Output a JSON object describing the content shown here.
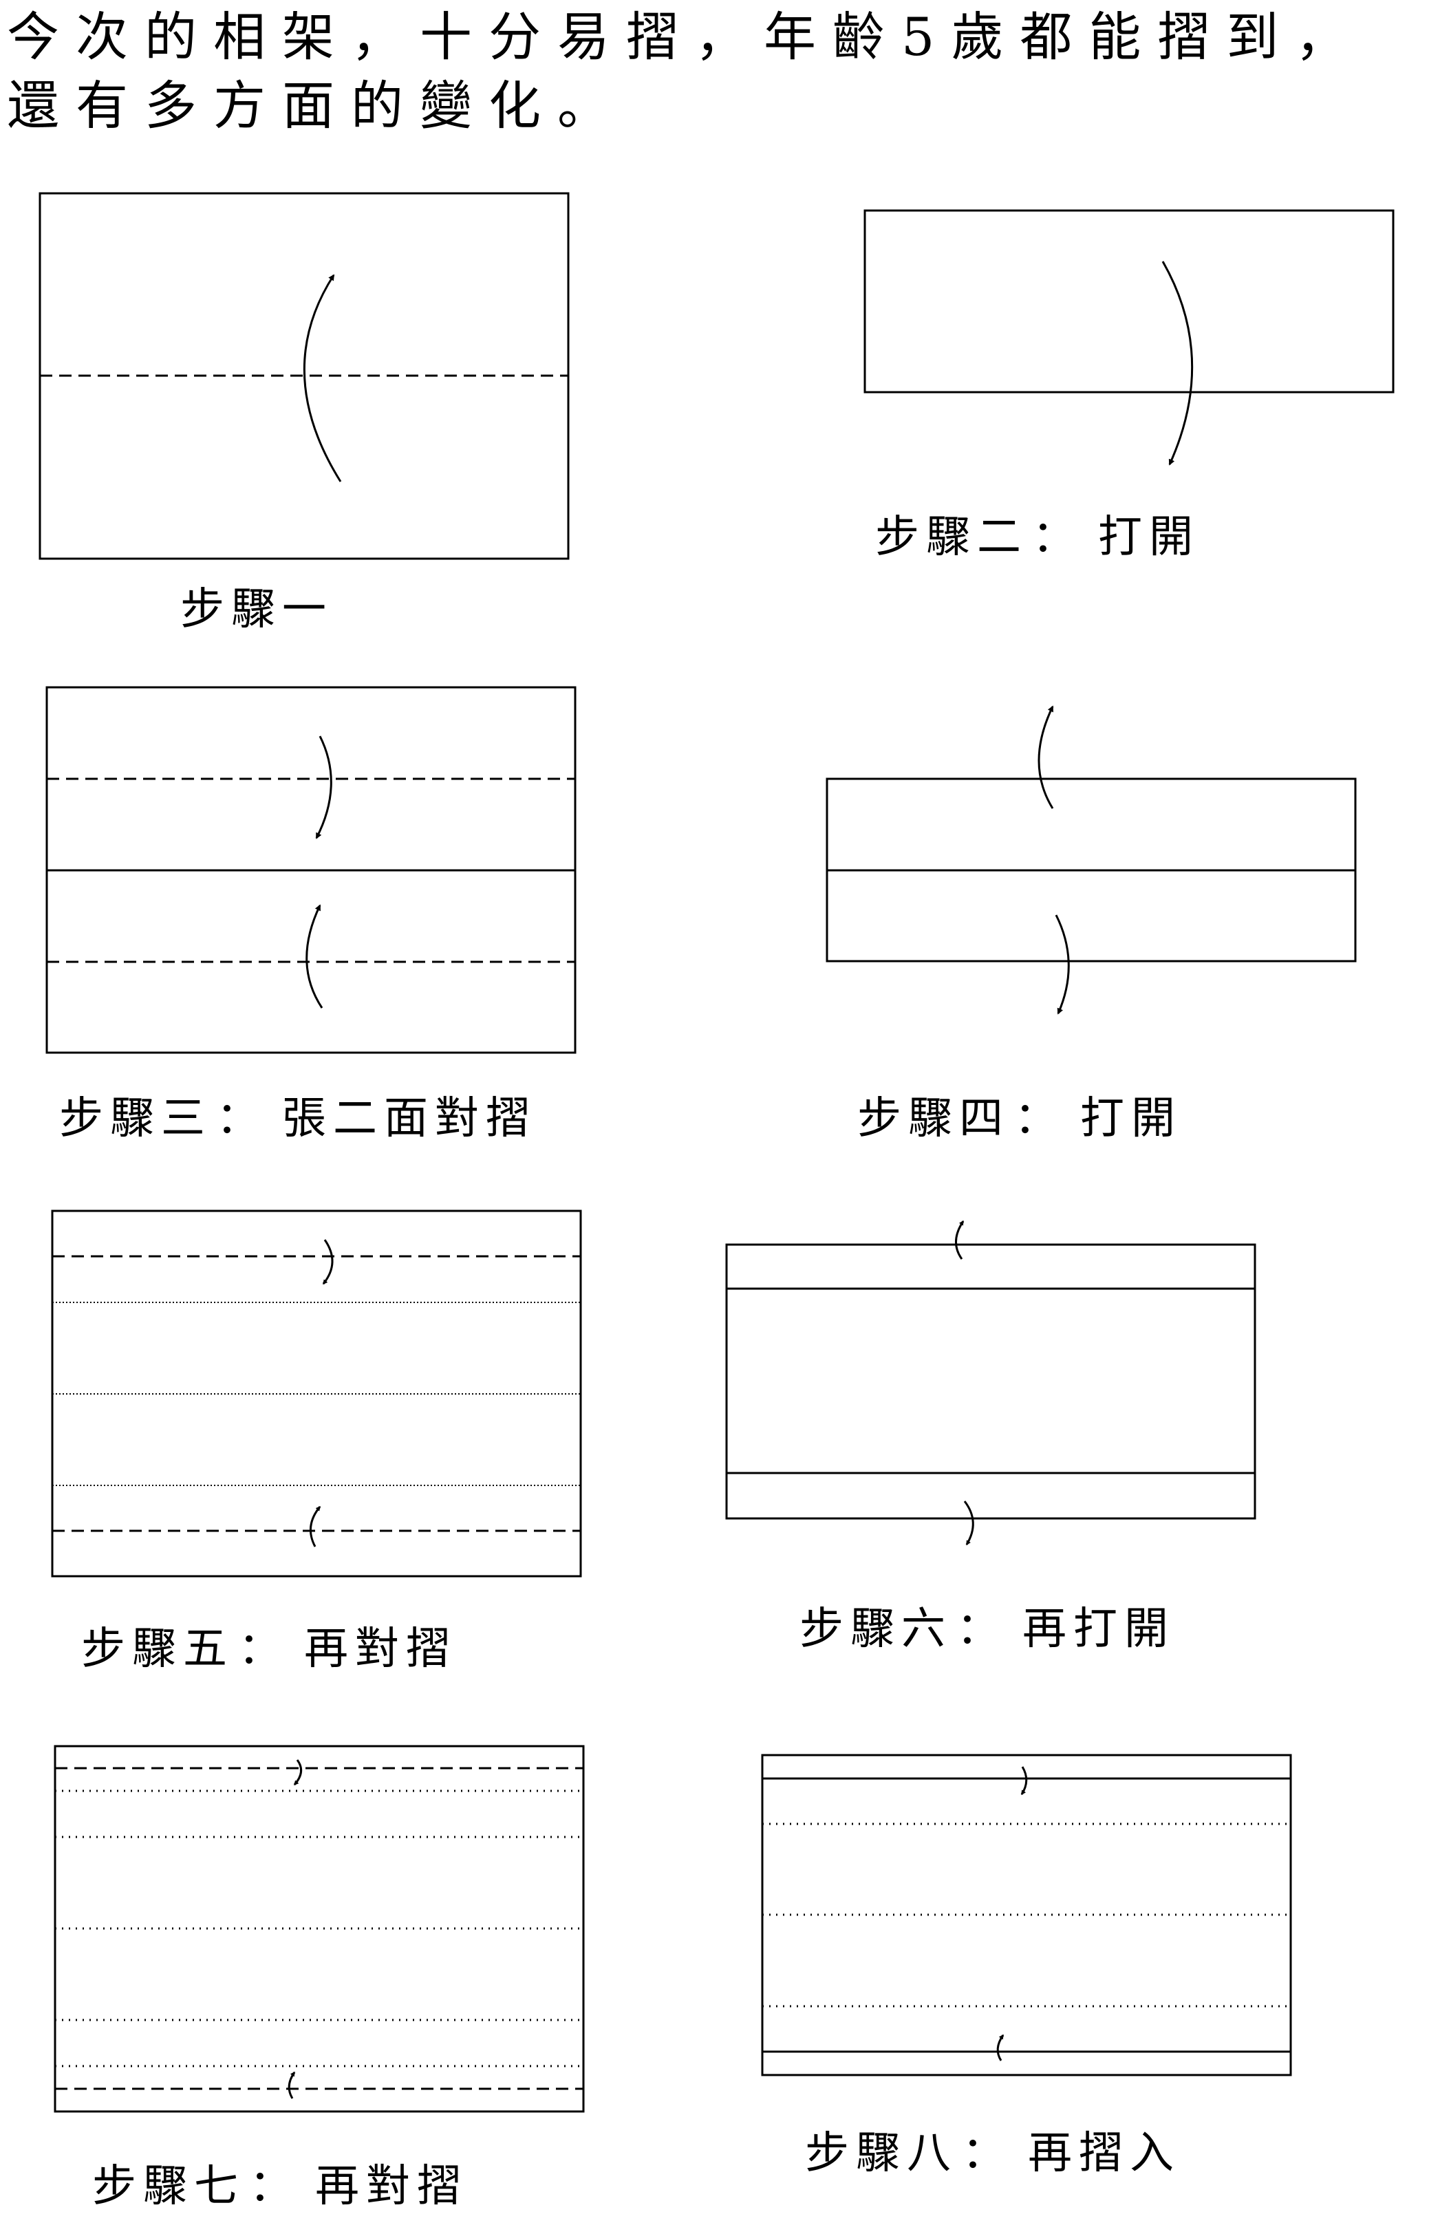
{
  "intro": {
    "line1": "今次的相架，十分易摺，年齡5歲都能摺到，",
    "line2": "還有多方面的變化。"
  },
  "steps": [
    {
      "label": "步驟一",
      "instruction": ""
    },
    {
      "label": "步驟二",
      "instruction": "打開"
    },
    {
      "label": "步驟三",
      "instruction": "張二面對摺"
    },
    {
      "label": "步驟四",
      "instruction": "打開"
    },
    {
      "label": "步驟五",
      "instruction": "再對摺"
    },
    {
      "label": "步驟六",
      "instruction": "再打開"
    },
    {
      "label": "步驟七",
      "instruction": "再對摺"
    },
    {
      "label": "步驟八",
      "instruction": "再摺入"
    }
  ],
  "separator": "："
}
